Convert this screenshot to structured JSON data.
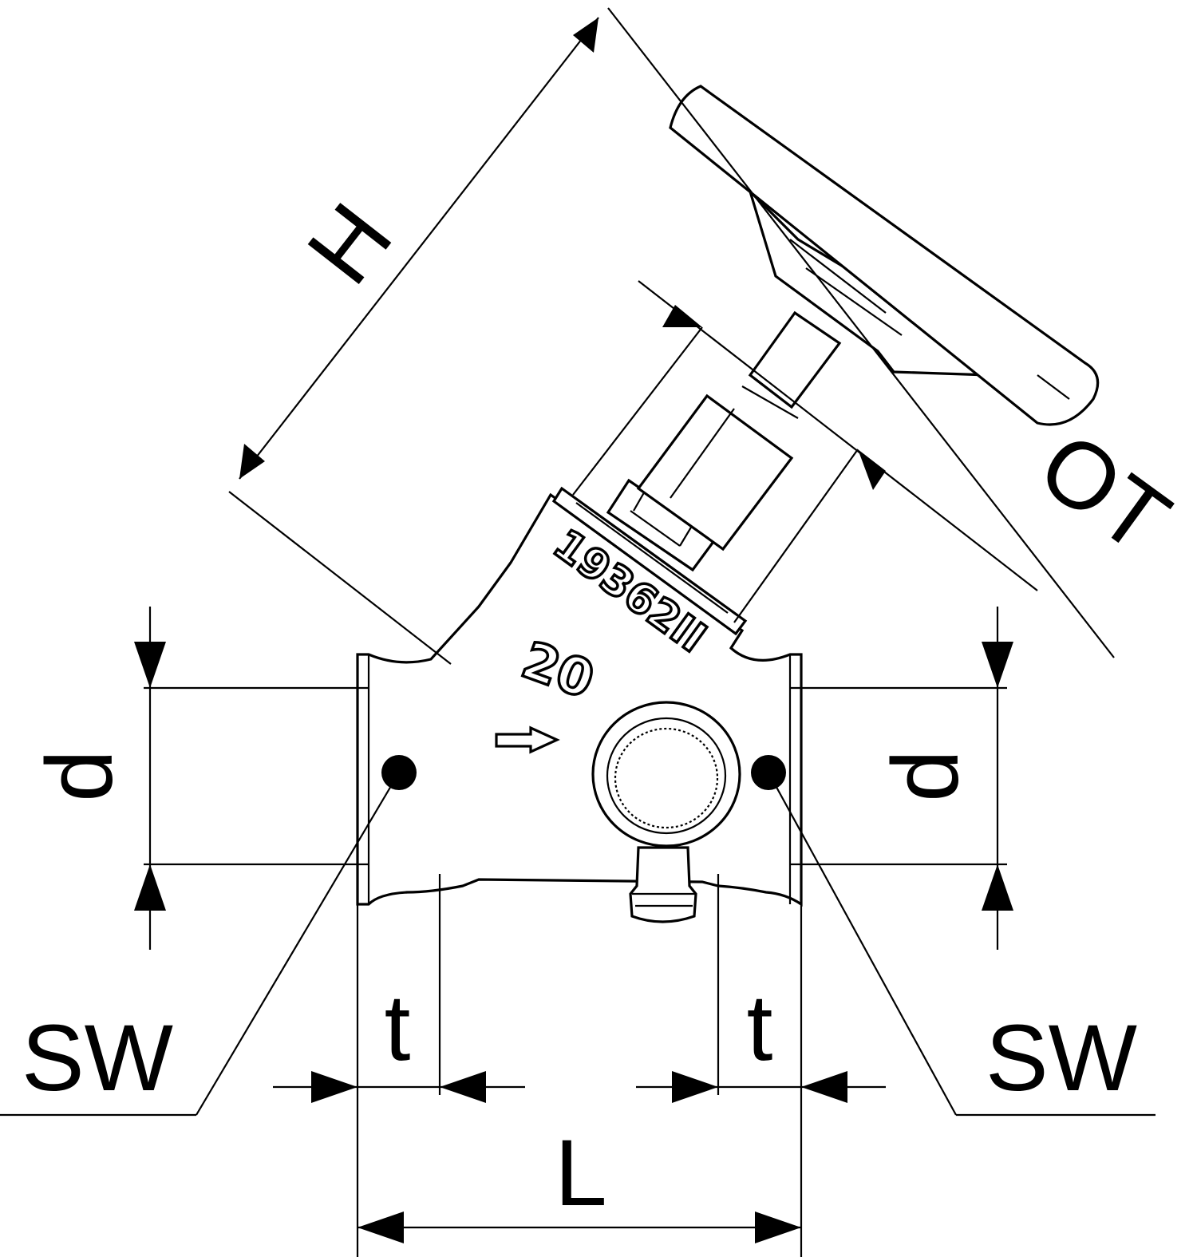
{
  "diagram": {
    "labels": {
      "height": "H",
      "outlet": "OT",
      "diameter_left": "d",
      "diameter_right": "d",
      "wrench_left": "SW",
      "wrench_right": "SW",
      "insertion_left": "t",
      "insertion_right": "t",
      "length": "L"
    },
    "markings": {
      "part_number": "19362II",
      "size": "20"
    },
    "colors": {
      "line": "#000000",
      "background": "#ffffff"
    }
  }
}
